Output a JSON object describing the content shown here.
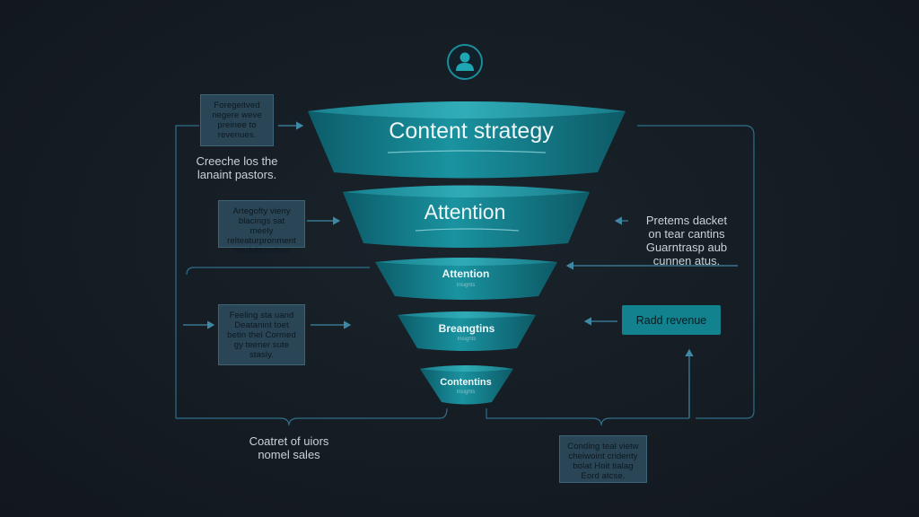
{
  "top_icon": "user-icon",
  "funnel": {
    "stages": [
      {
        "title": "Content strategy",
        "subtitle": ""
      },
      {
        "title": "Attention",
        "subtitle": ""
      },
      {
        "title": "Attention",
        "subtitle": "Insights"
      },
      {
        "title": "Breangtins",
        "subtitle": "Insights"
      },
      {
        "title": "Contentins",
        "subtitle": "Insights"
      }
    ]
  },
  "left": {
    "note_top": "Foregeitved\nnegere weve\npreinee to\nrevenues.",
    "caption_top": "Creeche los the\nlanaint pastors.",
    "note_mid": "Artegofty vieny\nblacings sat meely\nrelteaturpronment\nmorlebtroches",
    "note_low": "Feeling sta uand\nDeatanint toet\nbetin thel Cormed\ngy teener sute\nstasly."
  },
  "right": {
    "caption": "Pretems dacket\non tear cantins\nGuarntrasp aub\ncunnen atus.",
    "button": "Radd revenue",
    "note_bottom": "Conding teal vietw\ncheiwoint cridenty\nbolat Hoit tialag\nEord atcse."
  },
  "bottom": {
    "caption": "Coatret of uiors\nnomel sales"
  },
  "colors": {
    "background": "#141b22",
    "funnel_teal": "#137f8c",
    "note_fill": "#294556",
    "wire": "#3c7f99",
    "accent_button": "#12828e"
  }
}
